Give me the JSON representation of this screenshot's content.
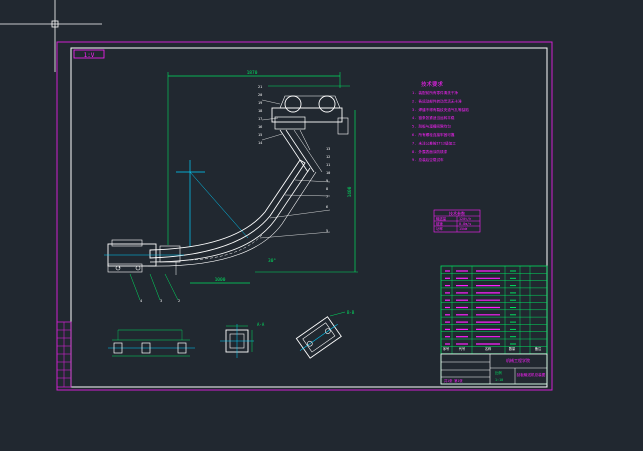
{
  "app": {
    "background": "#212830",
    "colors": {
      "frame": "#d020d0",
      "paper": "#ffffff",
      "drawing": "#ffffff",
      "dimension": "#00e060",
      "notes": "#ff20ff",
      "axis": "#00d0ff",
      "crosshair": "#ffffff"
    }
  },
  "drawing": {
    "title_tab": "1:V",
    "notes_title": "技术要求",
    "notes": [
      "1. 装配前所有零件清洗干净",
      "2. 各运动部件转动灵活无卡滞",
      "3. 焊缝不得有裂纹夹渣气孔等缺陷",
      "4. 链条张紧适当运转平稳",
      "5. 刮板与溜槽间隙均匀",
      "6. 所有螺栓连接牢固可靠",
      "7. 未注公差按IT12级加工",
      "8. 外露表面涂防锈漆",
      "9. 总装后空载试车"
    ],
    "small_table_title": "技术参数",
    "small_table_rows": [
      [
        "输送量",
        "120t/h"
      ],
      [
        "链速",
        "0.8m/s"
      ],
      [
        "功率",
        "15kW"
      ]
    ],
    "dimensions": {
      "top_width": "1870",
      "side_height": "1400",
      "bottom_length": "1000",
      "angle": "30°",
      "section_a": "A-A",
      "section_b": "B-B"
    },
    "balloons": [
      "21",
      "20",
      "19",
      "18",
      "17",
      "16",
      "15",
      "14",
      "13",
      "12",
      "11",
      "10",
      "9",
      "8",
      "7",
      "6",
      "5",
      "4",
      "3",
      "2",
      "1"
    ],
    "title_block": {
      "drawing_name": "刮板输送机总装图",
      "scale_label": "比例",
      "scale": "1:10",
      "sheet": "共1张 第1张",
      "school": "机械工程学院"
    },
    "parts_list_header": [
      "序号",
      "代号",
      "名称",
      "数量",
      "备注"
    ]
  }
}
